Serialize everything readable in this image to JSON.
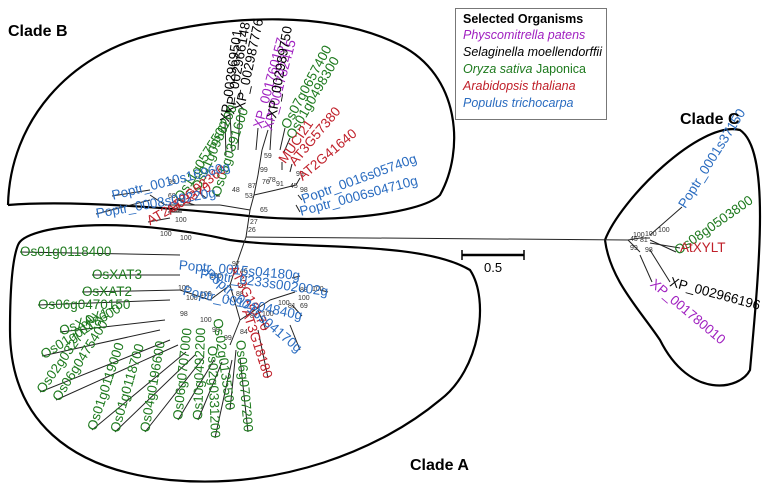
{
  "legend": {
    "title": "Selected Organisms",
    "items": [
      {
        "name": "Physcomitrella patens",
        "suffix": "",
        "color": "#a020c0"
      },
      {
        "name": "Selaginella moellendorffii",
        "suffix": "",
        "color": "#000000"
      },
      {
        "name": "Oryza sativa",
        "suffix": " Japonica",
        "color": "#1e7a1e"
      },
      {
        "name": "Arabidopsis thaliana",
        "suffix": "",
        "color": "#c0202a"
      },
      {
        "name": "Populus trichocarpa",
        "suffix": "",
        "color": "#2a6cc0"
      }
    ]
  },
  "clades": {
    "a": "Clade A",
    "b": "Clade B",
    "c": "Clade C"
  },
  "scale_bar": "0.5",
  "colors": {
    "physco": "#a020c0",
    "sela": "#000000",
    "oryza": "#1e7a1e",
    "arab": "#c0202a",
    "populus": "#2a6cc0"
  },
  "leaves": [
    {
      "name": "XP_001760157",
      "group": "physco"
    },
    {
      "name": "XP_001782415",
      "group": "physco"
    },
    {
      "name": "XP_002987776",
      "group": "sela"
    },
    {
      "name": "XP_002966148",
      "group": "sela"
    },
    {
      "name": "XP_002969501",
      "group": "sela"
    },
    {
      "name": "XP_002989750",
      "group": "sela"
    },
    {
      "name": "Os07g0657400",
      "group": "oryza"
    },
    {
      "name": "Os01g0498300",
      "group": "oryza"
    },
    {
      "name": "MUCI21",
      "group": "arab"
    },
    {
      "name": "AT3G57380",
      "group": "arab"
    },
    {
      "name": "AT2G41640",
      "group": "arab"
    },
    {
      "name": "Poptr_0016s05740g",
      "group": "populus"
    },
    {
      "name": "Poptr_0006s04710g",
      "group": "populus"
    },
    {
      "name": "Os05g0391600",
      "group": "oryza"
    },
    {
      "name": "Os01g0956200",
      "group": "oryza"
    },
    {
      "name": "Os11g0575500",
      "group": "oryza"
    },
    {
      "name": "AT2G03360",
      "group": "arab"
    },
    {
      "name": "AT2G03370",
      "group": "arab"
    },
    {
      "name": "Poptr_0010s16960g",
      "group": "populus"
    },
    {
      "name": "Poptr_0008s09220g",
      "group": "populus"
    },
    {
      "name": "Os01g0118400",
      "group": "oryza"
    },
    {
      "name": "OsXAT3",
      "group": "oryza"
    },
    {
      "name": "OsXAT2",
      "group": "oryza"
    },
    {
      "name": "Os06g0470150",
      "group": "oryza"
    },
    {
      "name": "OsXAX1",
      "group": "oryza"
    },
    {
      "name": "Os01g0118600",
      "group": "oryza"
    },
    {
      "name": "Os02g0327700",
      "group": "oryza"
    },
    {
      "name": "Os06g0475400",
      "group": "oryza"
    },
    {
      "name": "Os01g0119000",
      "group": "oryza"
    },
    {
      "name": "Os01g0118700",
      "group": "oryza"
    },
    {
      "name": "Os04g0196600",
      "group": "oryza"
    },
    {
      "name": "Os06g0707000",
      "group": "oryza"
    },
    {
      "name": "Os10g0492200",
      "group": "oryza"
    },
    {
      "name": "Os02g0331200",
      "group": "oryza"
    },
    {
      "name": "Os06g0707200",
      "group": "oryza"
    },
    {
      "name": "Os02g0135500",
      "group": "oryza"
    },
    {
      "name": "AT3G18180",
      "group": "arab"
    },
    {
      "name": "AT3G18170",
      "group": "arab"
    },
    {
      "name": "Poptr_0015s04170g",
      "group": "populus"
    },
    {
      "name": "Poptr_0012s04840g",
      "group": "populus"
    },
    {
      "name": "Poptr_0233s002002g",
      "group": "populus"
    },
    {
      "name": "Poptr_0015s04180g",
      "group": "populus"
    },
    {
      "name": "Poptr_0001s37150",
      "group": "populus"
    },
    {
      "name": "Os08g0503800",
      "group": "oryza"
    },
    {
      "name": "AtXYLT",
      "group": "arab"
    },
    {
      "name": "XP_002966196",
      "group": "sela"
    },
    {
      "name": "XP_001780010",
      "group": "physco"
    }
  ],
  "bootstraps": [
    "100",
    "100",
    "99",
    "69",
    "85",
    "100",
    "48",
    "87",
    "53",
    "76",
    "99",
    "59",
    "65",
    "27",
    "26",
    "78",
    "91",
    "45",
    "99",
    "98",
    "97",
    "46",
    "27",
    "28",
    "88",
    "100",
    "100",
    "100",
    "100",
    "98",
    "100",
    "99",
    "99",
    "84",
    "87",
    "100",
    "100",
    "81",
    "100",
    "69",
    "88",
    "100",
    "45",
    "81",
    "100",
    "99",
    "100",
    "100",
    "98"
  ]
}
